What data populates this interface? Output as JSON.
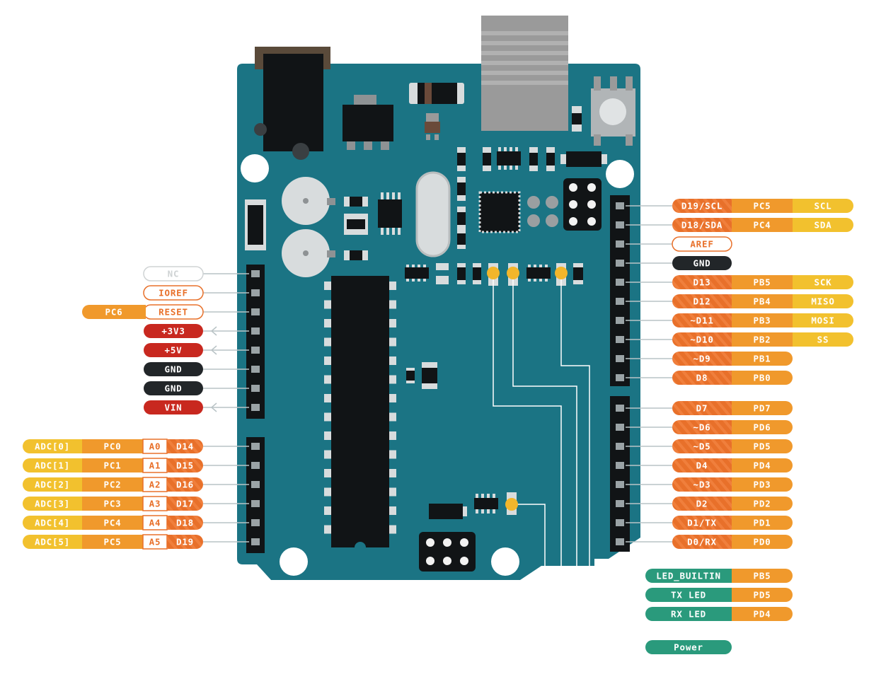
{
  "left_pins": [
    {
      "label": "NC",
      "style": "outline-grey",
      "arrow": false
    },
    {
      "label": "IOREF",
      "style": "outline-orange",
      "arrow": false
    },
    {
      "label": "RESET",
      "style": "outline-orange",
      "arrow": false,
      "port": "PC6"
    },
    {
      "label": "+3V3",
      "style": "red",
      "arrow": true
    },
    {
      "label": "+5V",
      "style": "red",
      "arrow": true
    },
    {
      "label": "GND",
      "style": "black",
      "arrow": false
    },
    {
      "label": "GND",
      "style": "black",
      "arrow": false
    },
    {
      "label": "VIN",
      "style": "red",
      "arrow": true
    }
  ],
  "analog_pins": [
    {
      "adc": "ADC[0]",
      "port": "PC0",
      "analog": "A0",
      "digital": "D14"
    },
    {
      "adc": "ADC[1]",
      "port": "PC1",
      "analog": "A1",
      "digital": "D15"
    },
    {
      "adc": "ADC[2]",
      "port": "PC2",
      "analog": "A2",
      "digital": "D16"
    },
    {
      "adc": "ADC[3]",
      "port": "PC3",
      "analog": "A3",
      "digital": "D17"
    },
    {
      "adc": "ADC[4]",
      "port": "PC4",
      "analog": "A4",
      "digital": "D18"
    },
    {
      "adc": "ADC[5]",
      "port": "PC5",
      "analog": "A5",
      "digital": "D19"
    }
  ],
  "right_pins_top": [
    {
      "label": "D19/SCL",
      "port": "PC5",
      "func": "SCL",
      "style": "digital"
    },
    {
      "label": "D18/SDA",
      "port": "PC4",
      "func": "SDA",
      "style": "digital"
    },
    {
      "label": "AREF",
      "style": "outline-orange"
    },
    {
      "label": "GND",
      "style": "black"
    },
    {
      "label": "D13",
      "port": "PB5",
      "func": "SCK",
      "style": "digital"
    },
    {
      "label": "D12",
      "port": "PB4",
      "func": "MISO",
      "style": "digital"
    },
    {
      "label": "~D11",
      "port": "PB3",
      "func": "MOSI",
      "style": "digital"
    },
    {
      "label": "~D10",
      "port": "PB2",
      "func": "SS",
      "style": "digital"
    },
    {
      "label": "~D9",
      "port": "PB1",
      "style": "digital"
    },
    {
      "label": "D8",
      "port": "PB0",
      "style": "digital"
    }
  ],
  "right_pins_bottom": [
    {
      "label": "D7",
      "port": "PD7"
    },
    {
      "label": "~D6",
      "port": "PD6"
    },
    {
      "label": "~D5",
      "port": "PD5"
    },
    {
      "label": "D4",
      "port": "PD4"
    },
    {
      "label": "~D3",
      "port": "PD3"
    },
    {
      "label": "D2",
      "port": "PD2"
    },
    {
      "label": "D1/TX",
      "port": "PD1"
    },
    {
      "label": "D0/RX",
      "port": "PD0"
    }
  ],
  "leds": [
    {
      "label": "LED_BUILTIN",
      "port": "PB5"
    },
    {
      "label": "TX LED",
      "port": "PD5"
    },
    {
      "label": "RX LED",
      "port": "PD4"
    },
    {
      "label": "Power"
    }
  ],
  "colors": {
    "board": "#1b7484",
    "orange": "#f0992c",
    "digital": "#e8702a",
    "yellow": "#f2c12e",
    "red": "#c8281f",
    "black": "#222629",
    "green": "#2a9a7c",
    "grey": "#cfd3d4",
    "pin_line": "#b9c3c6"
  }
}
